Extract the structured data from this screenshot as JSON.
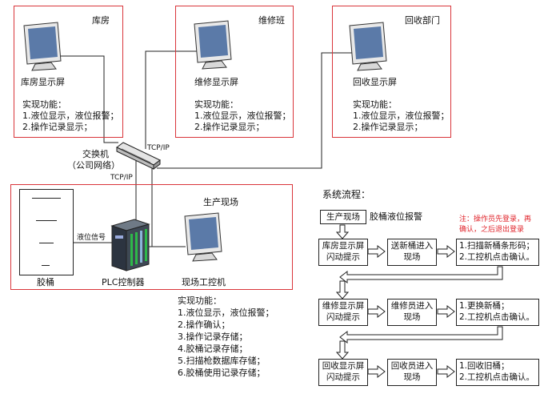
{
  "zones": {
    "warehouse": {
      "title": "库房",
      "display_label": "库房显示屏",
      "functions_title": "实现功能：",
      "functions": [
        "1.液位显示，液位报警；",
        "2.操作记录显示；"
      ]
    },
    "repair": {
      "title": "维修班",
      "display_label": "维修显示屏",
      "functions_title": "实现功能：",
      "functions": [
        "1.液位显示，液位报警；",
        "2.操作记录显示；"
      ]
    },
    "recycle": {
      "title": "回收部门",
      "display_label": "回收显示屏",
      "functions_title": "实现功能：",
      "functions": [
        "1.液位显示，液位报警；",
        "2.操作记录显示；"
      ]
    },
    "production": {
      "title": "生产现场",
      "barrel_label": "胶桶",
      "signal_label": "液位信号",
      "plc_label": "PLC控制器",
      "ipc_label": "现场工控机"
    }
  },
  "network": {
    "switch_label": "交换机",
    "switch_sub": "（公司网络）",
    "tcp_top": "TCP/IP",
    "tcp_bottom": "TCP/IP"
  },
  "site_functions": {
    "title": "实现功能：",
    "items": [
      "1.液位显示，液位报警；",
      "2.操作确认；",
      "3.操作记录存储；",
      "4.胶桶记录存储；",
      "5.扫描枪数据库存储；",
      "6.胶桶使用记录存储；"
    ]
  },
  "flow": {
    "title": "系统流程：",
    "start_box": "生产现场",
    "start_label": "胶桶液位报警",
    "note": [
      "注：操作员先登录，再",
      "确认，之后退出登录"
    ],
    "rows": [
      {
        "display": [
          "库房显示屏",
          "闪动提示"
        ],
        "action": [
          "送新桶进入",
          "现场"
        ],
        "steps": [
          "1.扫描新桶条形码；",
          "2.工控机点击确认。"
        ]
      },
      {
        "display": [
          "维修显示屏",
          "闪动提示"
        ],
        "action": [
          "维修员进入",
          "现场"
        ],
        "steps": [
          "1.更换新桶；",
          "2.工控机点击确认。"
        ]
      },
      {
        "display": [
          "回收显示屏",
          "闪动提示"
        ],
        "action": [
          "回收员进入",
          "现场"
        ],
        "steps": [
          "1.回收旧桶；",
          "2.工控机点击确认。"
        ]
      }
    ]
  },
  "icons": [
    "monitor-icon",
    "network-switch-icon",
    "plc-controller-icon",
    "barrel-icon",
    "block-arrow-icon"
  ],
  "colors": {
    "zone_border": "#d9353a",
    "note_text": "#e0242b",
    "monitor_screen": "#5b7aa8"
  }
}
